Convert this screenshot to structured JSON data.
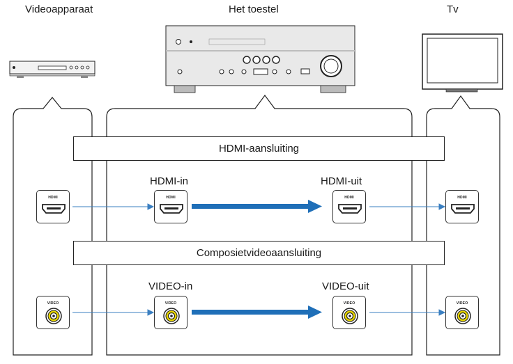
{
  "headers": {
    "source": "Videoapparaat",
    "receiver": "Het toestel",
    "tv": "Tv"
  },
  "bands": {
    "hdmi": "HDMI-aansluiting",
    "composite": "Composietvideoaansluiting"
  },
  "port_labels": {
    "hdmi_in": "HDMI-in",
    "hdmi_out": "HDMI-uit",
    "video_in": "VIDEO-in",
    "video_out": "VIDEO-uit"
  },
  "port_caps": {
    "hdmi": "HDMI",
    "video": "VIDEO"
  },
  "colors": {
    "arrow_thick": "#1f6fb8",
    "arrow_thin": "#3a7fc1",
    "video_ring": "#e8d500",
    "outline": "#222222"
  }
}
